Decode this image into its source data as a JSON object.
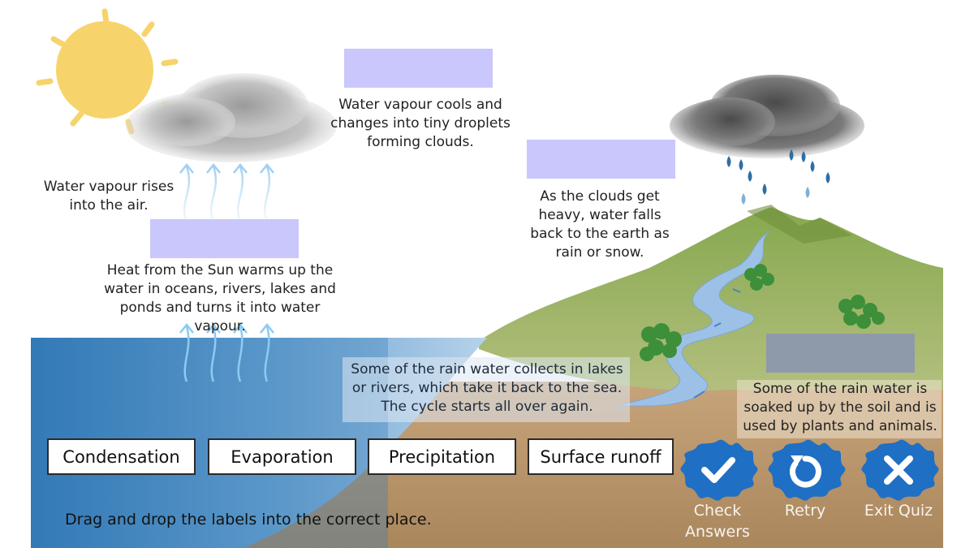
{
  "captions": {
    "rises": "Water vapour rises into the air.",
    "heat": "Heat from the Sun warms up the water in oceans, rivers, lakes and ponds and turns it into water vapour.",
    "cools": "Water vapour cools and changes into tiny droplets forming clouds.",
    "heavy": "As the clouds get heavy, water falls back to the earth as rain or snow.",
    "collects": "Some of the rain water collects in lakes or rivers, which take it back to the sea. The cycle starts all over again.",
    "soaked": "Some of the rain water is soaked up by the soil and is used by plants and animals."
  },
  "labels": [
    "Condensation",
    "Evaporation",
    "Precipitation",
    "Surface runoff"
  ],
  "instruction": "Drag and drop the labels into the correct place.",
  "buttons": {
    "check": "Check Answers",
    "retry": "Retry",
    "exit": "Exit Quiz"
  },
  "icons": {
    "check": "check-icon",
    "retry": "retry-icon",
    "exit": "close-icon"
  },
  "colors": {
    "dropzone": "#c9c7fb",
    "button_splash": "#1f6fc4",
    "sea": "#3f86c0",
    "hill": "#8fae5c",
    "ground": "#b5936c"
  }
}
